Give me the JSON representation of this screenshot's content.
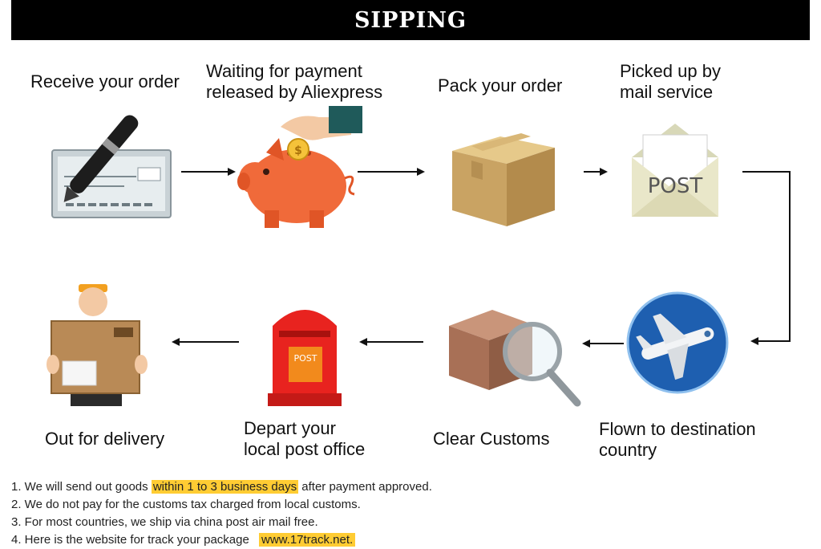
{
  "header": {
    "title": "SIPPING"
  },
  "steps": [
    {
      "label": "Receive your order",
      "icon": "cheque-pen-icon"
    },
    {
      "label": "Waiting for payment\nreleased by Aliexpress",
      "icon": "piggy-bank-icon"
    },
    {
      "label": "Pack your order",
      "icon": "cardboard-box-icon"
    },
    {
      "label": "Picked up by\nmail service",
      "icon": "post-envelope-icon",
      "icon_text": "POST"
    },
    {
      "label": "Flown to destination\ncountry",
      "icon": "airplane-icon"
    },
    {
      "label": "Clear Customs",
      "icon": "magnifier-box-icon"
    },
    {
      "label": "Depart your\nlocal post office",
      "icon": "postbox-icon",
      "icon_text": "POST"
    },
    {
      "label": "Out for delivery",
      "icon": "delivery-man-icon"
    }
  ],
  "notes": [
    {
      "pre": "1. We will send out goods ",
      "highlight": "within 1 to 3 business days",
      "post": " after payment approved."
    },
    {
      "pre": "2. We do not pay for the customs tax charged from local customs.",
      "highlight": "",
      "post": ""
    },
    {
      "pre": "3. For most countries, we ship via china post air mail free.",
      "highlight": "",
      "post": ""
    },
    {
      "pre": "4. Here is the website for track your package ",
      "link": "www.17track.net."
    }
  ],
  "colors": {
    "banner": "#000000",
    "highlight": "#ffcc33",
    "piggy": "#f06a3a",
    "postbox": "#e8231f",
    "plane_circle": "#1e5fb0"
  }
}
